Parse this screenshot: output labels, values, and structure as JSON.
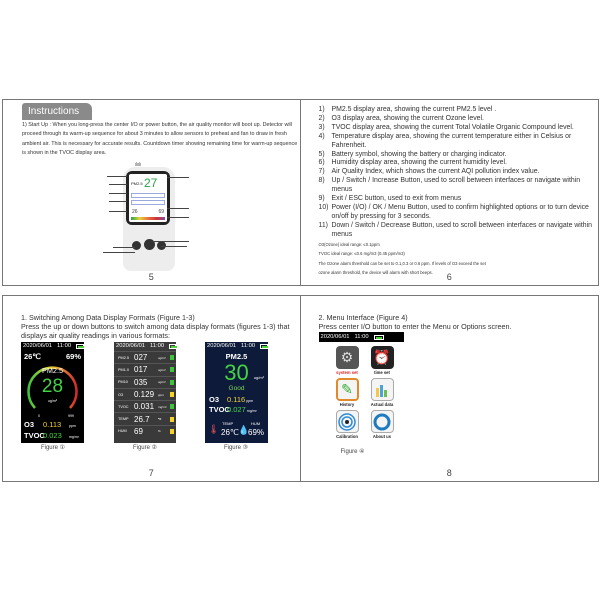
{
  "pages": {
    "p5": {
      "tab": "Instructions",
      "text": "1) Start Up : When you long-press the center I/O or power button, the air quality monitor will boot up. Detector will proceed through its warm-up sequence for about 3 minutes to allow sensors to preheat and fan to draw in fresh ambient air. This is necessary for accurate results. Countdown timer showing remaining time for warm-up sequence is shown in the TVOC  display area.",
      "device": {
        "pm_label": "PM2.5",
        "pm_value": "27",
        "temp": "26",
        "hum": "69"
      },
      "page_number": "5"
    },
    "p6": {
      "items": [
        {
          "n": "1)",
          "text": "PM2.5 display area, showing the current PM2.5 level ."
        },
        {
          "n": "2)",
          "text": "O3 display area, showing the current Ozone level."
        },
        {
          "n": "3)",
          "text": "TVOC display area, showing the current Total Volatile Organic Compound level."
        },
        {
          "n": "4)",
          "text": "Temperature display area, showing the current temperature either in Celsius or Fahrenheit."
        },
        {
          "n": "5)",
          "text": "Battery symbol, showing the battery or charging indicator."
        },
        {
          "n": "6)",
          "text": "Humidity display area, showing the current humidity level."
        },
        {
          "n": "7)",
          "text": "Air Quality Index, which shows the current AQI pollution index value."
        },
        {
          "n": "8)",
          "text": "Up / Switch / Increase Button, used to scroll between interfaces or navigate within menus"
        },
        {
          "n": "9)",
          "text": "Exit / ESC button, used to exit from menus"
        },
        {
          "n": "10)",
          "text": "Power (I/O) / OK / Menu Button, used to confirm highlighted options or to turn device on/off by pressing for 3 seconds."
        },
        {
          "n": "11)",
          "text": "Down / Switch / Decrease Button, used to scroll between interfaces or navigate within menus"
        }
      ],
      "notes": [
        "O3(Ozone) ideal range: ≤0.1ppm",
        "TVOC ideal range: ≤0.6 mg/m3 (0.45 ppm/m3)",
        "The Ozone alarm threshold can be set to 0.1,0.3 or 0.6 ppm. If levels of O3 exceed the set",
        "ozone alarm threshold, the device will alarm with short beeps."
      ],
      "page_number": "6"
    },
    "p7": {
      "heading": "1. Switching Among Data Display Formats (Figure 1-3)",
      "body": "Press the up or down buttons to switch among data display formats (figures 1-3) that displays air quality readings in various formats:",
      "fig1": {
        "date": "2020/06/01",
        "time": "11:00",
        "temp": "26℃",
        "hum": "69%",
        "pm_label": "PM2.5",
        "pm_value": "28",
        "pm_unit": "ug/m³",
        "min": "0",
        "max": "999",
        "o3_label": "O3",
        "o3_value": "0.113",
        "o3_unit": "ppm",
        "tvoc_label": "TVOC",
        "tvoc_value": "0.023",
        "tvoc_unit": "mg/m³",
        "caption": "Figure ①"
      },
      "fig2": {
        "date": "2020/06/01",
        "time": "11:00",
        "rows": [
          {
            "label": "PM2.5",
            "value": "027",
            "unit": "ug/m³",
            "status": "#3cc43c"
          },
          {
            "label": "PM1.0",
            "value": "017",
            "unit": "ug/m³",
            "status": "#3cc43c"
          },
          {
            "label": "PM10",
            "value": "035",
            "unit": "ug/m³",
            "status": "#3cc43c"
          },
          {
            "label": "O3",
            "value": "0.129",
            "unit": "ppm",
            "status": "#f5d327"
          },
          {
            "label": "TVOC",
            "value": "0.031",
            "unit": "mg/m³",
            "status": "#3cc43c"
          },
          {
            "label": "TEMP",
            "value": "26.7",
            "unit": "℃",
            "status": "#f5d327"
          },
          {
            "label": "HUM",
            "value": "69",
            "unit": "%",
            "status": "#f5d327"
          }
        ],
        "caption": "Figure ②"
      },
      "fig3": {
        "date": "2020/06/01",
        "time": "11:00",
        "pm_label": "PM2.5",
        "pm_value": "30",
        "pm_unit": "ug/m³",
        "quality": "Good",
        "o3_label": "O3",
        "o3_value": "0.116",
        "o3_unit": "ppm",
        "tvoc_label": "TVOC",
        "tvoc_value": "0.027",
        "tvoc_unit": "mg/m³",
        "temp_label": "TEMP",
        "temp_value": "26℃",
        "hum_label": "HUM",
        "hum_value": "69%",
        "caption": "Figure ③"
      },
      "page_number": "7"
    },
    "p8": {
      "heading": "2. Menu Interface (Figure 4)",
      "body": "Press center I/O button to enter the Menu or Options screen.",
      "date": "2020/06/01",
      "time": "11:00",
      "menu": [
        {
          "label": "system set",
          "icon": "gear-icon"
        },
        {
          "label": "time set",
          "icon": "alarm-clock-icon"
        },
        {
          "label": "History",
          "icon": "pencil-icon"
        },
        {
          "label": "Actual data",
          "icon": "bar-chart-icon"
        },
        {
          "label": "Calibration",
          "icon": "target-icon"
        },
        {
          "label": "About us",
          "icon": "info-ring-icon"
        }
      ],
      "caption": "Figure ④",
      "page_number": "8"
    }
  }
}
